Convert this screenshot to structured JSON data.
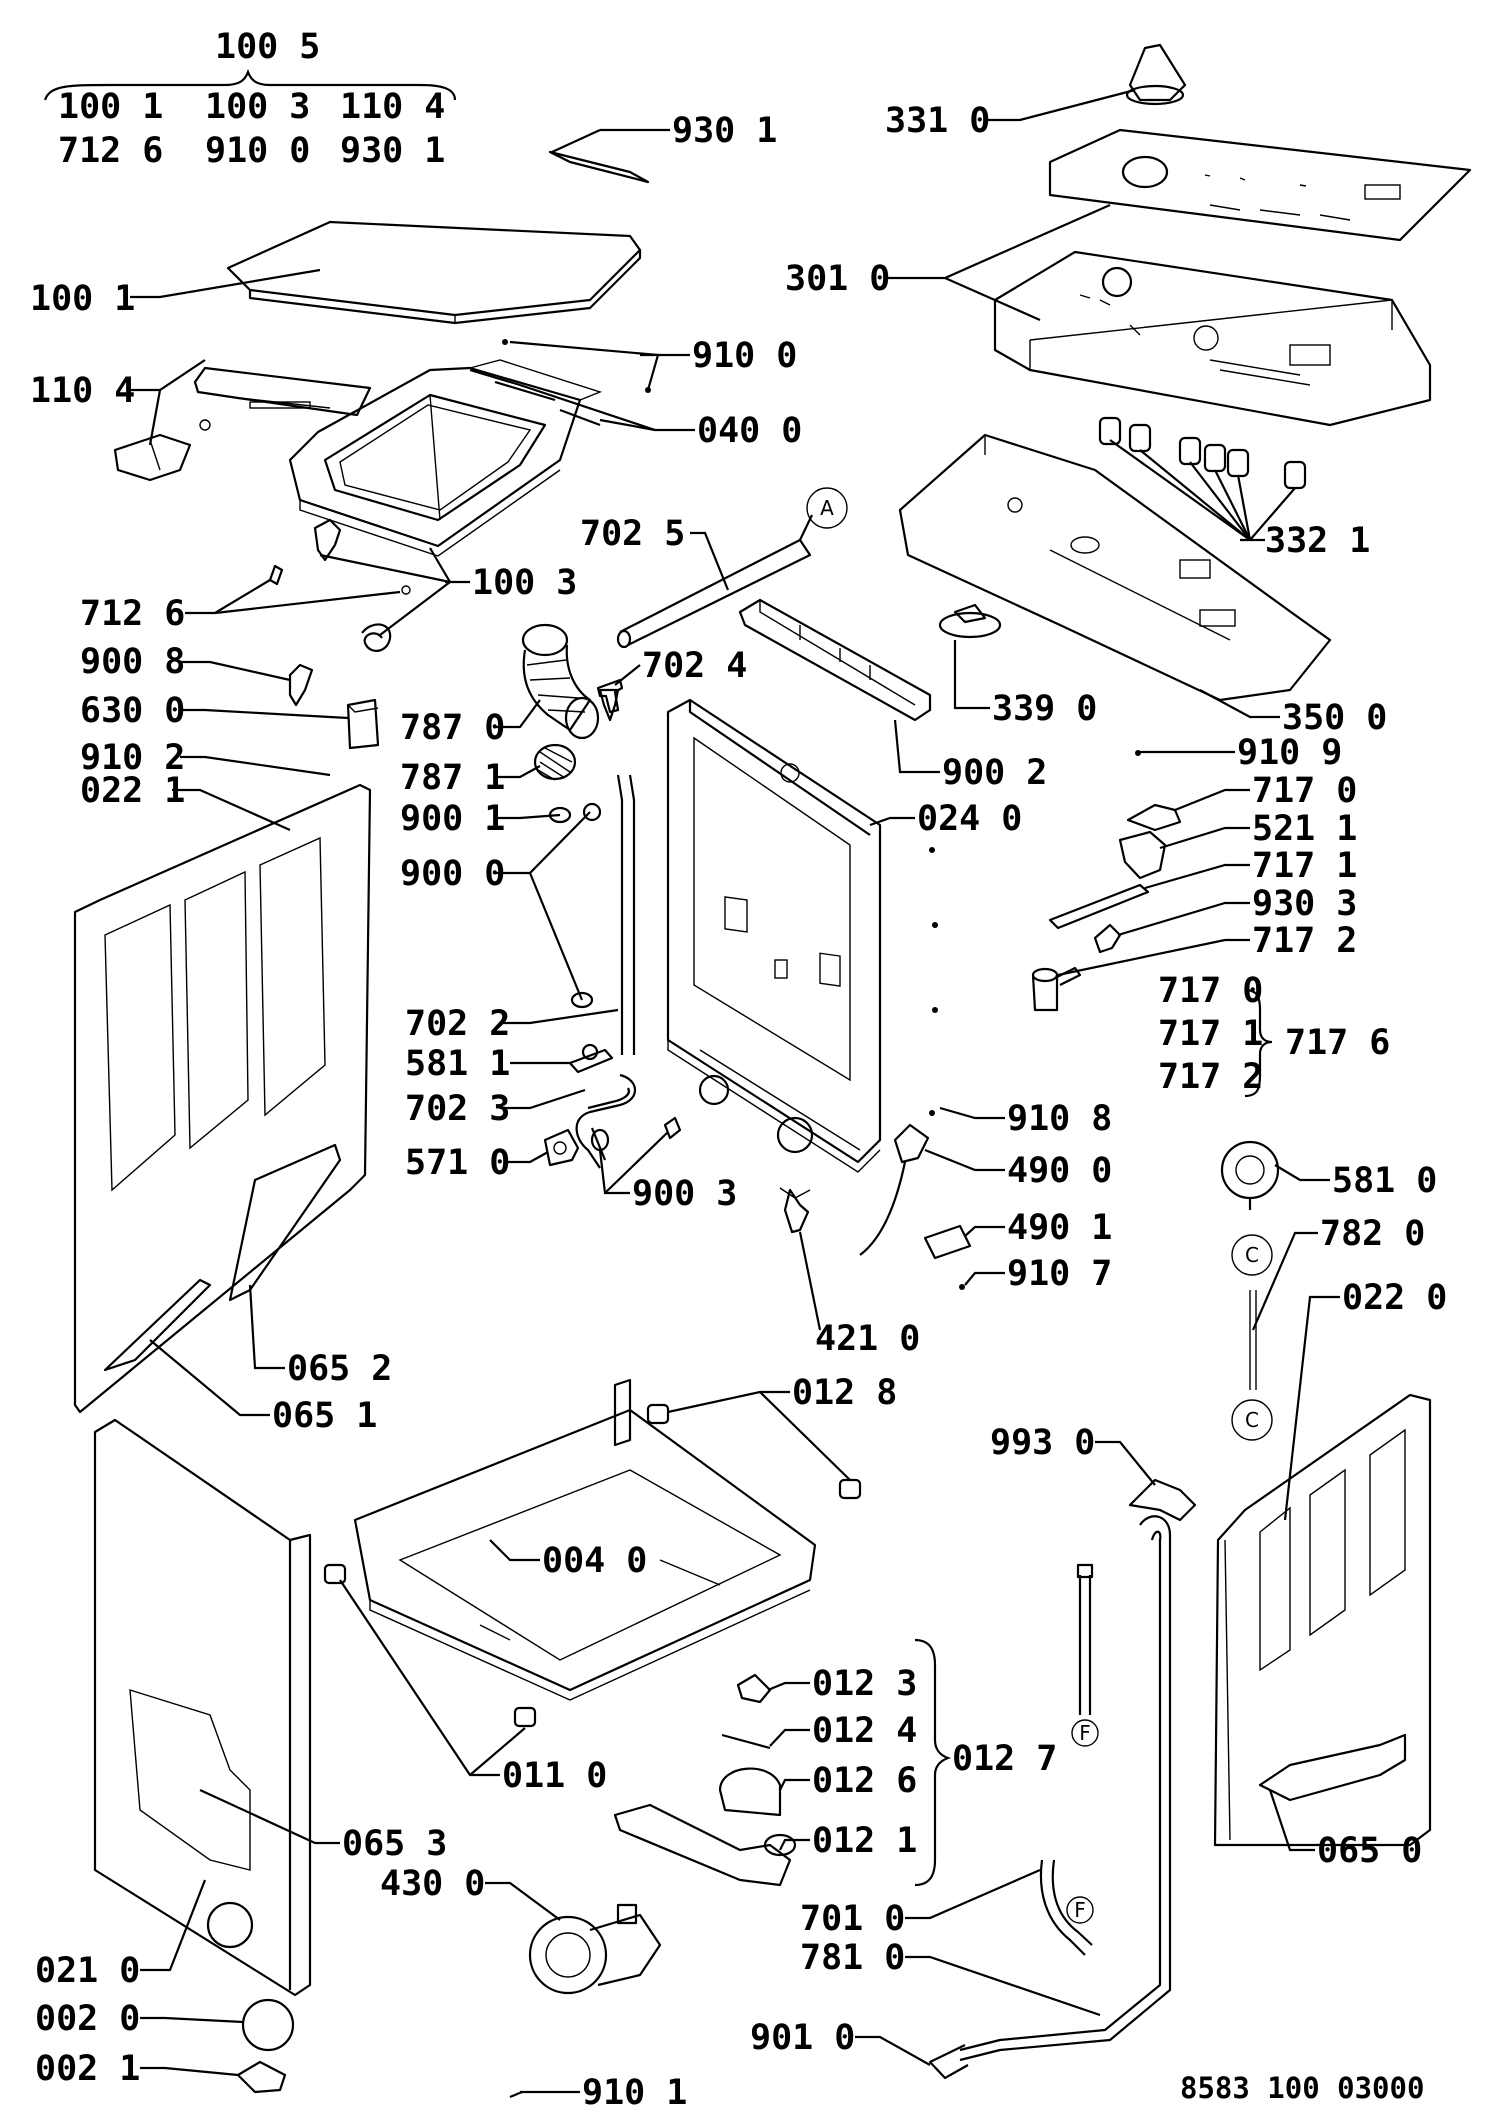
{
  "labels": {
    "l1005": "100 5",
    "l1001a": "100 1",
    "l1003a": "100 3",
    "l1104a": "110 4",
    "l7126a": "712 6",
    "l9100a": "910 0",
    "l9301a": "930 1",
    "l9301": "930 1",
    "l3310": "331 0",
    "l3010": "301 0",
    "l1001": "100 1",
    "l9100": "910 0",
    "l1104": "110 4",
    "l0400": "040 0",
    "l3321": "332 1",
    "l7025": "702 5",
    "l7126": "712 6",
    "l1003": "100 3",
    "l9008": "900 8",
    "l7024": "702 4",
    "l3390": "339 0",
    "l3500": "350 0",
    "l6300": "630 0",
    "l7870": "787 0",
    "l9102": "910 2",
    "l9002": "900 2",
    "l9109": "910 9",
    "l0221": "022 1",
    "l7871": "787 1",
    "l0240": "024 0",
    "l7170": "717 0",
    "l9001": "900 1",
    "l5211": "521 1",
    "l9000": "900 0",
    "l7171": "717 1",
    "l9303": "930 3",
    "l7172": "717 2",
    "l7170b": "717 0",
    "l7171b": "717 1",
    "l7172b": "717 2",
    "l7176": "717 6",
    "l7022": "702 2",
    "l5811": "581 1",
    "l7023": "702 3",
    "l9108": "910 8",
    "l5710": "571 0",
    "l4900": "490 0",
    "l9003": "900 3",
    "l5810": "581 0",
    "l4901": "490 1",
    "l7820": "782 0",
    "l9107": "910 7",
    "l0220": "022 0",
    "l4210": "421 0",
    "l0652": "065 2",
    "l0651": "065 1",
    "l0128": "012 8",
    "l9930": "993 0",
    "l0040": "004 0",
    "l0123": "012 3",
    "l0124": "012 4",
    "l0127": "012 7",
    "l0126": "012 6",
    "l0110": "011 0",
    "l0653": "065 3",
    "l0121": "012 1",
    "l4300": "430 0",
    "l0650": "065 0",
    "l7010": "701 0",
    "l0210": "021 0",
    "l7810": "781 0",
    "l0020": "002 0",
    "l9010": "901 0",
    "l0021": "002 1",
    "l9101": "910 1"
  },
  "markers": {
    "a": "A",
    "c1": "C",
    "c2": "C",
    "f1": "F",
    "f2": "F"
  },
  "document_number": "8583 100 03000"
}
